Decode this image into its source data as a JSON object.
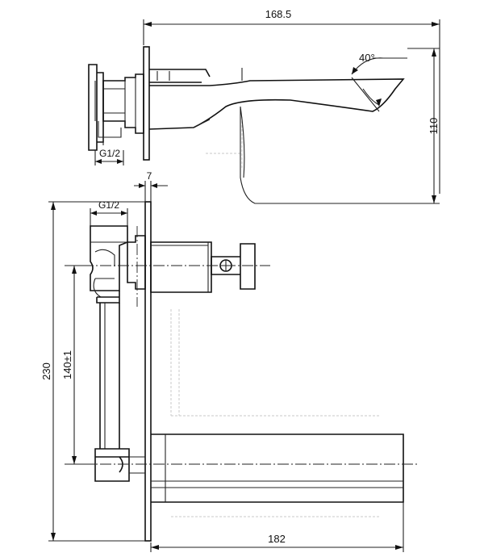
{
  "dimensions": {
    "top_width": "168.5",
    "angle": "40°",
    "spout_height": "110",
    "thread_top": "G1/2",
    "plate_offset": "7",
    "thread_side": "G1/2",
    "overall_height": "230",
    "outlet_spacing": "140±1",
    "bottom_width": "182"
  }
}
